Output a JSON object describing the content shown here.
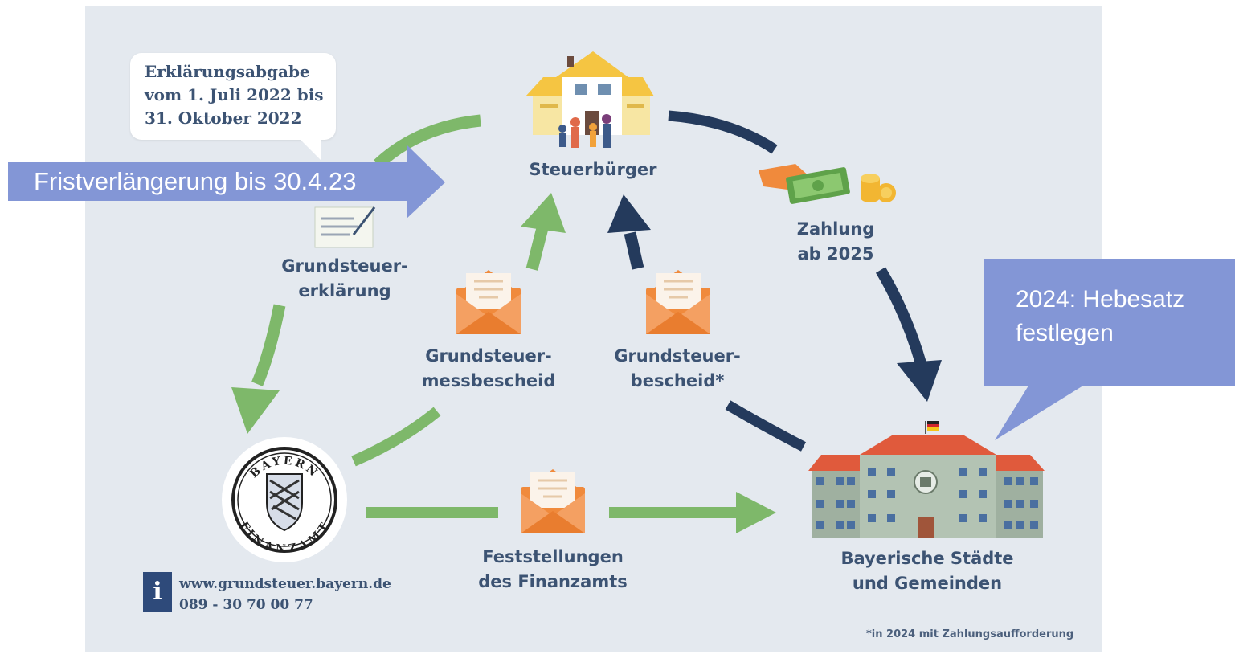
{
  "callout": {
    "erklaerungsabgabe": "Erklärungsabgabe\nvom 1. Juli 2022 bis\n31. Oktober 2022",
    "fristverlaengerung": "Fristverlängerung bis 30.4.23",
    "hebesatz": "2024: Hebesatz\nfestlegen"
  },
  "nodes": {
    "steuerbuerger": "Steuerbürger",
    "grundsteuererklaerung": [
      "Grundsteuer-",
      "erklärung"
    ],
    "messbescheid": [
      "Grundsteuer-",
      "messbescheid"
    ],
    "bescheid": [
      "Grundsteuer-",
      "bescheid*"
    ],
    "zahlung": [
      "Zahlung",
      "ab 2025"
    ],
    "feststellungen": [
      "Feststellungen",
      "des Finanzamts"
    ],
    "gemeinden": [
      "Bayerische Städte",
      "und Gemeinden"
    ]
  },
  "seal": {
    "top": "BAYERN",
    "bottom": "FINANZAMT"
  },
  "contact": {
    "info_glyph": "i",
    "website": "www.grundsteuer.bayern.de",
    "phone": "089 - 30 70 00 77"
  },
  "footnote": "*in 2024 mit Zahlungsaufforderung",
  "colors": {
    "green": "#7eb86a",
    "navy": "#243a5c",
    "orange": "#f08a3c",
    "callout_blue": "#8396d6",
    "text": "#3c5373"
  },
  "icons": [
    "house-family-icon",
    "form-icon",
    "envelope-icon",
    "money-hand-icon",
    "coins-icon",
    "seal-icon",
    "town-hall-icon",
    "info-icon"
  ]
}
